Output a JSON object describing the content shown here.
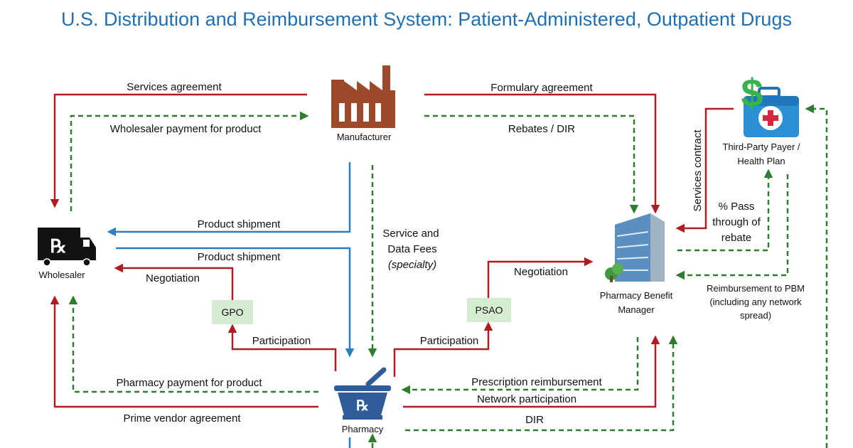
{
  "title": "U.S. Distribution and Reimbursement System: Patient-Administered, Outpatient Drugs",
  "colors": {
    "title": "#1f6fb2",
    "contract_flow": "#b01c22",
    "payment_flow": "#2e7d2e",
    "product_flow": "#2d7fc1",
    "box_fill": "#d6ecd2"
  },
  "nodes": {
    "manufacturer": {
      "label": "Manufacturer",
      "icon": "factory-icon"
    },
    "wholesaler": {
      "label": "Wholesaler",
      "icon": "rx-truck-icon"
    },
    "pharmacy": {
      "label": "Pharmacy",
      "icon": "mortar-pestle-icon"
    },
    "pbm": {
      "label_line1": "Pharmacy Benefit",
      "label_line2": "Manager",
      "icon": "office-building-icon"
    },
    "payer": {
      "label_line1": "Third-Party Payer /",
      "label_line2": "Health Plan",
      "icon": "medical-bag-dollar-icon"
    },
    "gpo": {
      "label": "GPO"
    },
    "psao": {
      "label": "PSAO"
    }
  },
  "edges": {
    "services_agreement": "Services agreement",
    "wholesaler_payment": "Wholesaler payment for product",
    "formulary_agreement": "Formulary agreement",
    "rebates_dir": "Rebates / DIR",
    "product_shipment_1": "Product shipment",
    "product_shipment_2": "Product shipment",
    "negotiation_gpo": "Negotiation",
    "participation_gpo": "Participation",
    "service_fees_line1": "Service and",
    "service_fees_line2": "Data Fees",
    "service_fees_line3": "(specialty)",
    "participation_psao": "Participation",
    "negotiation_psao": "Negotiation",
    "services_contract": "Services contract",
    "pass_through_line1": "% Pass",
    "pass_through_line2": "through of",
    "pass_through_line3": "rebate",
    "reimbursement_pbm_line1": "Reimbursement to PBM",
    "reimbursement_pbm_line2": "(including any network",
    "reimbursement_pbm_line3": "spread)",
    "pharmacy_payment": "Pharmacy payment for product",
    "prime_vendor": "Prime vendor agreement",
    "prescription_reimbursement": "Prescription reimbursement",
    "network_participation": "Network participation",
    "dir": "DIR"
  }
}
